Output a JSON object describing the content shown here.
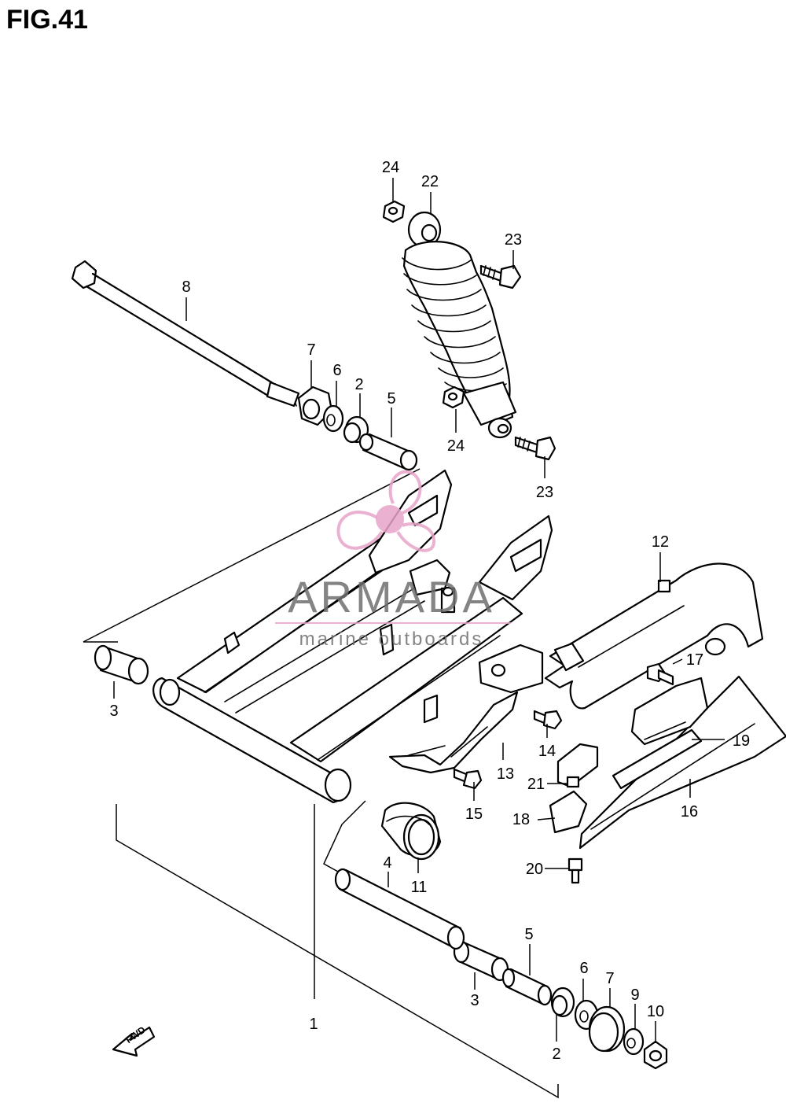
{
  "figure": {
    "title": "FIG.41"
  },
  "watermark": {
    "brand": "ARMADA",
    "tagline": "marine outboards",
    "logo_color": "#e6a3c9",
    "text_color": "#6e6e6e"
  },
  "fwd_label": "FWD",
  "callouts": {
    "c1": "1",
    "c2a": "2",
    "c2b": "2",
    "c3a": "3",
    "c3b": "3",
    "c4": "4",
    "c5a": "5",
    "c5b": "5",
    "c6a": "6",
    "c6b": "6",
    "c7a": "7",
    "c7b": "7",
    "c8": "8",
    "c9": "9",
    "c10": "10",
    "c11": "11",
    "c12": "12",
    "c13": "13",
    "c14": "14",
    "c15": "15",
    "c16": "16",
    "c17": "17",
    "c18": "18",
    "c19": "19",
    "c20": "20",
    "c21": "21",
    "c22": "22",
    "c23a": "23",
    "c23b": "23",
    "c24a": "24",
    "c24b": "24"
  }
}
